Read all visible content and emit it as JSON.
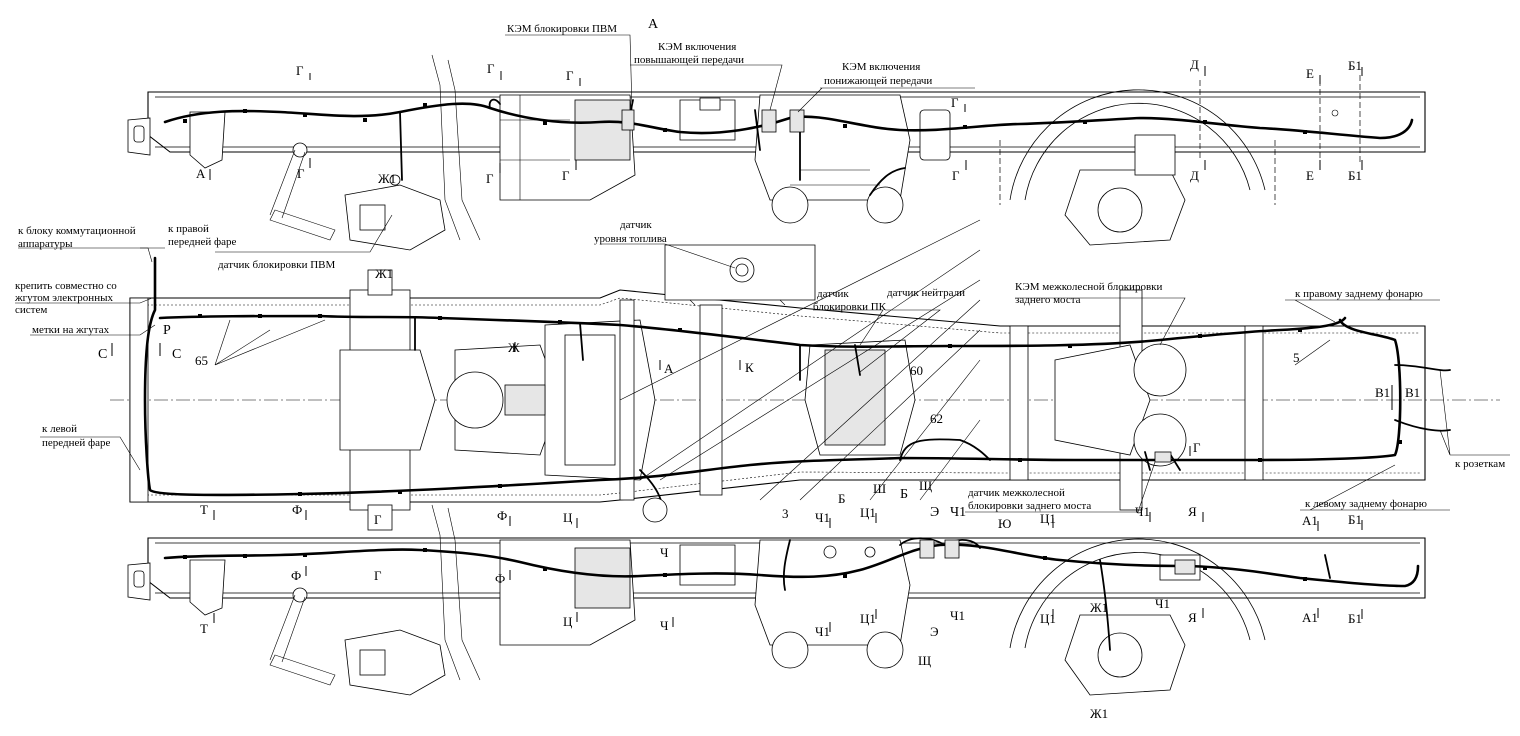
{
  "view_label": "А",
  "labels": {
    "kem_pvm": "КЭМ блокировки ПВМ",
    "kem_up_1": "КЭМ включения",
    "kem_up_2": "повышающей передачи",
    "kem_down_1": "КЭМ включения",
    "kem_down_2": "понижающей передачи",
    "sensor_pvm": "датчик блокировки ПВМ",
    "sensor_fuel_1": "датчик",
    "sensor_fuel_2": "уровня топлива",
    "sensor_pk_1": "датчик",
    "sensor_pk_2": "блокировки ПК",
    "sensor_neutral": "датчик нейтрали",
    "kem_rear_1": "КЭМ межколесной блокировки",
    "kem_rear_2": "заднего моста",
    "to_switch_block_1": "к блоку коммутационной",
    "to_switch_block_2": "аппаратуры",
    "to_right_front_1": "к правой",
    "to_right_front_2": "передней фаре",
    "fix_together_1": "крепить совместно со",
    "fix_together_2": "жгутом электронных",
    "fix_together_3": "систем",
    "harness_marks": "метки на жгутах",
    "to_left_front_1": "к левой",
    "to_left_front_2": "передней фаре",
    "to_right_rear": "к правому заднему фонарю",
    "to_left_rear": "к левому заднему фонарю",
    "to_sockets": "к розеткам",
    "sensor_rear_1": "датчик межколесной",
    "sensor_rear_2": "блокировки заднего моста"
  },
  "positions": {
    "p65": "65",
    "p60": "60",
    "p62": "62",
    "p5": "5",
    "p3": "3"
  },
  "sections": {
    "G": "Г",
    "A": "А",
    "D": "Д",
    "E": "Е",
    "B1": "Б1",
    "B": "Б",
    "Zh1": "Ж1",
    "Zh": "Ж",
    "P": "Р",
    "C": "С",
    "K": "К",
    "V1": "В1",
    "T": "Т",
    "F": "Ф",
    "Ts": "Ц",
    "Ts1": "Ц1",
    "Ch": "Ч",
    "Ch1": "Ч1",
    "Sh": "Ш",
    "Shch": "Щ",
    "E2": "Э",
    "Yu": "Ю",
    "Ya": "Я",
    "A1": "А1",
    "Z": "З"
  }
}
